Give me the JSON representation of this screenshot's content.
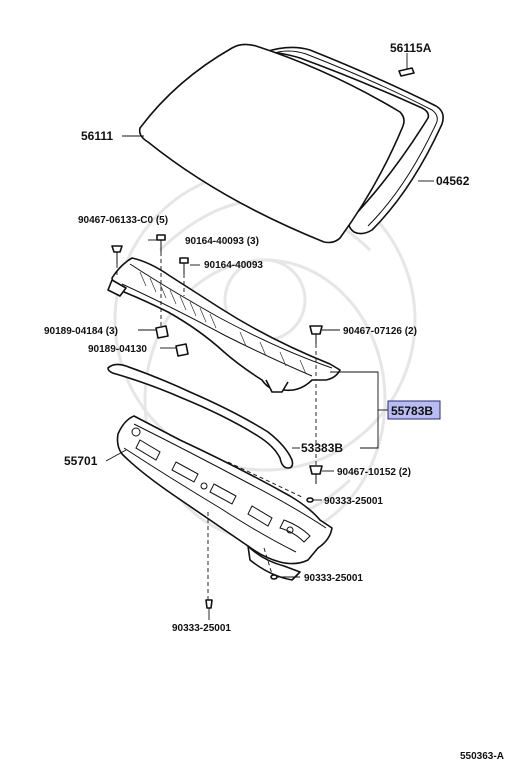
{
  "diagram": {
    "part_labels": {
      "windshield_glass": "56111",
      "outer_glass_molding": "04562",
      "glass_spacer": "56115A",
      "clip_upper_left": "90467-06133-C0 (5)",
      "screw_a": "90164-40093 (3)",
      "screw_b": "90164-40093",
      "nut_left": "90189-04184 (3)",
      "nut_lower": "90189-04130",
      "clip_right_upper": "90467-07126 (2)",
      "cowl_top_panel_assy": "55783B",
      "seal": "53383B",
      "cowl_panel": "55701",
      "clip_right_lower": "90467-10152 (2)",
      "plug_right": "90333-25001",
      "plug_lower_right": "90333-25001",
      "plug_bottom": "90333-25001"
    },
    "diagram_id": "550363-A"
  }
}
